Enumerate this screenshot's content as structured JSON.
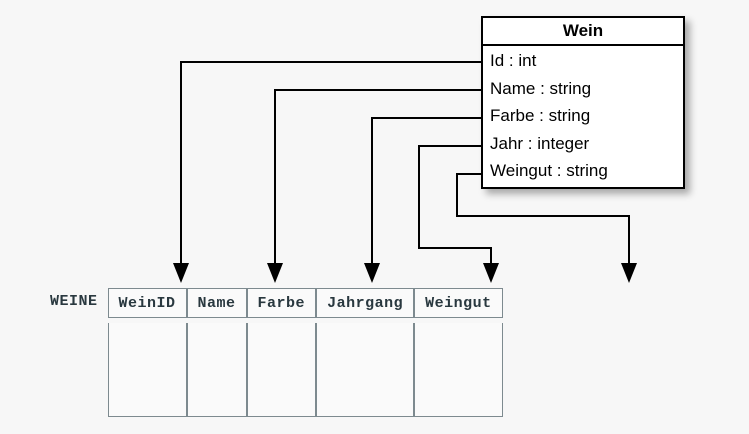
{
  "diagram": {
    "title_hidden": "",
    "background_color": "#f7f7f7",
    "line_color": "#000000"
  },
  "uml_class": {
    "name": "Wein",
    "attributes": [
      {
        "label": "Id : int",
        "name": "Id",
        "type": "int"
      },
      {
        "label": "Name : string",
        "name": "Name",
        "type": "string"
      },
      {
        "label": "Farbe : string",
        "name": "Farbe",
        "type": "string"
      },
      {
        "label": "Jahr : integer",
        "name": "Jahr",
        "type": "integer"
      },
      {
        "label": "Weingut : string",
        "name": "Weingut",
        "type": "string"
      }
    ]
  },
  "relation": {
    "label": "WEINE",
    "columns": [
      {
        "label": "WeinID"
      },
      {
        "label": "Name"
      },
      {
        "label": "Farbe"
      },
      {
        "label": "Jahrgang"
      },
      {
        "label": "Weingut"
      }
    ],
    "rows": [
      {
        "cells": [
          "",
          "",
          "",
          "",
          ""
        ]
      }
    ],
    "text_color": "#29383f",
    "border_color": "#7d8a8f"
  },
  "mappings": [
    {
      "from": "Id",
      "to": "WeinID"
    },
    {
      "from": "Name",
      "to": "Name"
    },
    {
      "from": "Farbe",
      "to": "Farbe"
    },
    {
      "from": "Jahr",
      "to": "Jahrgang"
    },
    {
      "from": "Weingut",
      "to": "Weingut"
    }
  ]
}
